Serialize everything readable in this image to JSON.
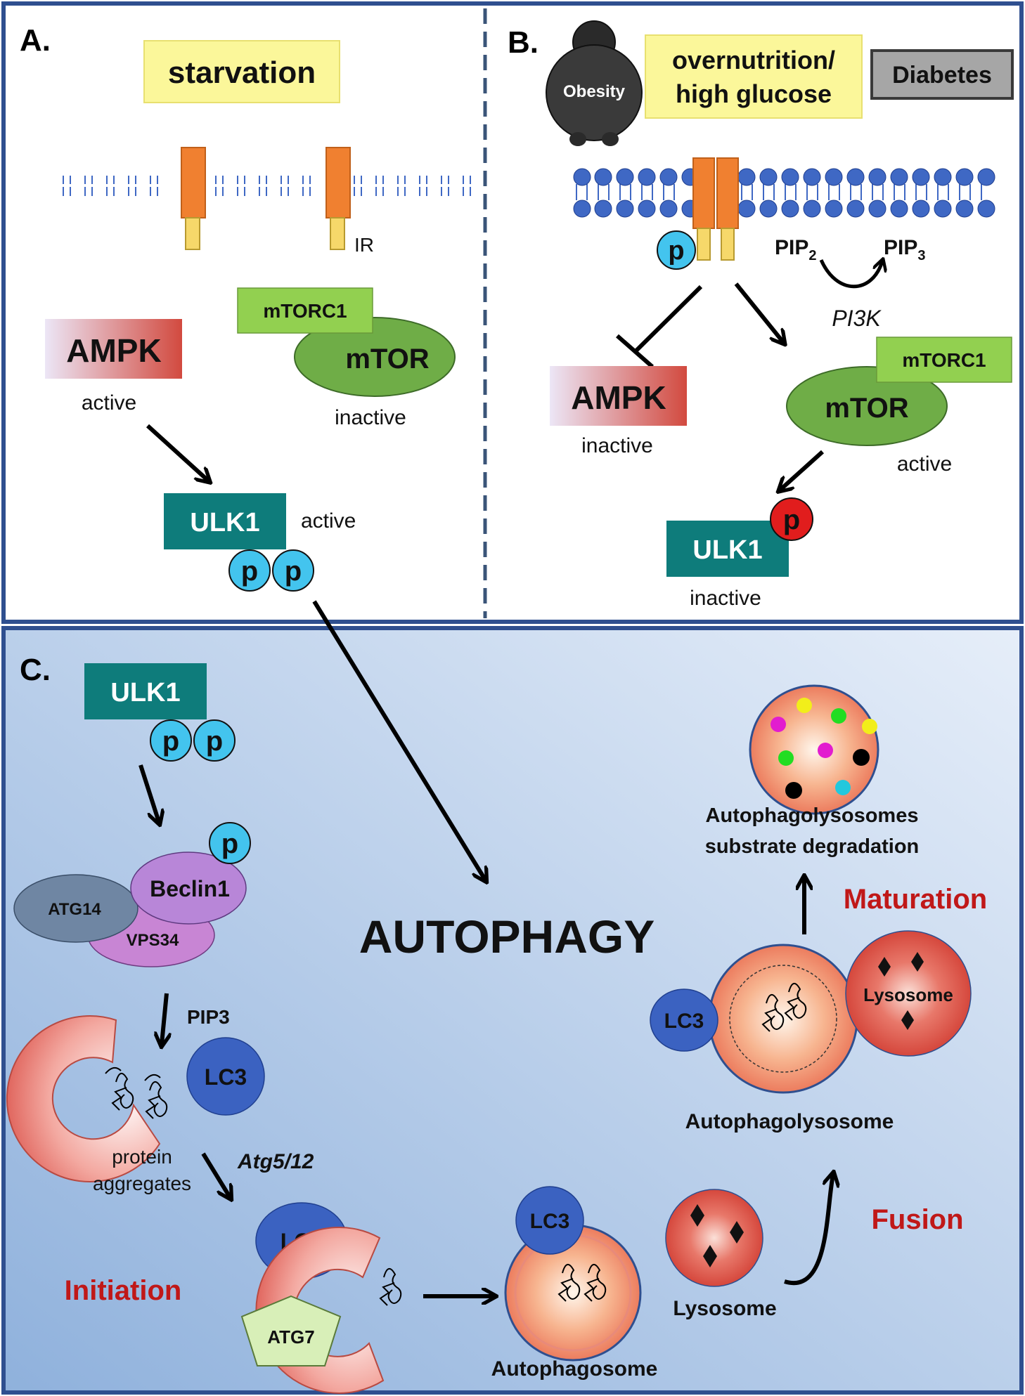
{
  "colors": {
    "frame": "#2f4f8f",
    "yellow_box": "#fbf79a",
    "teal": "#0e7c7b",
    "mtor_green": "#6fad47",
    "mtorc1_green": "#92d050",
    "phospho_blue": "#43c4ee",
    "phospho_red": "#e11d1d",
    "lipid_blue": "#3f68c4",
    "receptor_orange": "#f08030",
    "receptor_yellow": "#f6d86a",
    "lc3_blue": "#3b62c1",
    "beclin_purple": "#b886d8",
    "label_red": "#c01818"
  },
  "panel_a": {
    "label": "A.",
    "condition": "starvation",
    "receptor_label": "IR",
    "mtorc1": "mTORC1",
    "mtor": "mTOR",
    "mtor_state": "inactive",
    "ampk": "AMPK",
    "ampk_state": "active",
    "ulk1": "ULK1",
    "ulk1_state": "active",
    "phospho": "p"
  },
  "panel_b": {
    "label": "B.",
    "obesity": "Obesity",
    "condition_line1": "overnutrition/",
    "condition_line2": "high glucose",
    "disease": "Diabetes",
    "phospho": "p",
    "pip": "PIP",
    "pip2_sub": "2",
    "pip3_sub": "3",
    "pi3k": "PI3K",
    "ampk": "AMPK",
    "ampk_state": "inactive",
    "mtorc1": "mTORC1",
    "mtor": "mTOR",
    "mtor_state": "active",
    "ulk1": "ULK1",
    "ulk1_state": "inactive"
  },
  "panel_c": {
    "label": "C.",
    "ulk1": "ULK1",
    "phospho": "p",
    "beclin1": "Beclin1",
    "atg14": "ATG14",
    "vps34": "VPS34",
    "pip3": "PIP3",
    "lc3": "LC3",
    "protein_line1": "protein",
    "protein_line2": "aggregates",
    "atg5_12": "Atg5/12",
    "atg7": "ATG7",
    "initiation": "Initiation",
    "autophagy": "AUTOPHAGY",
    "autophagosome": "Autophagosome",
    "lysosome": "Lysosome",
    "fusion": "Fusion",
    "autophagolysosome": "Autophagolysosome",
    "maturation": "Maturation",
    "degradation_line1": "Autophagolysosomes",
    "degradation_line2": "substrate degradation"
  }
}
